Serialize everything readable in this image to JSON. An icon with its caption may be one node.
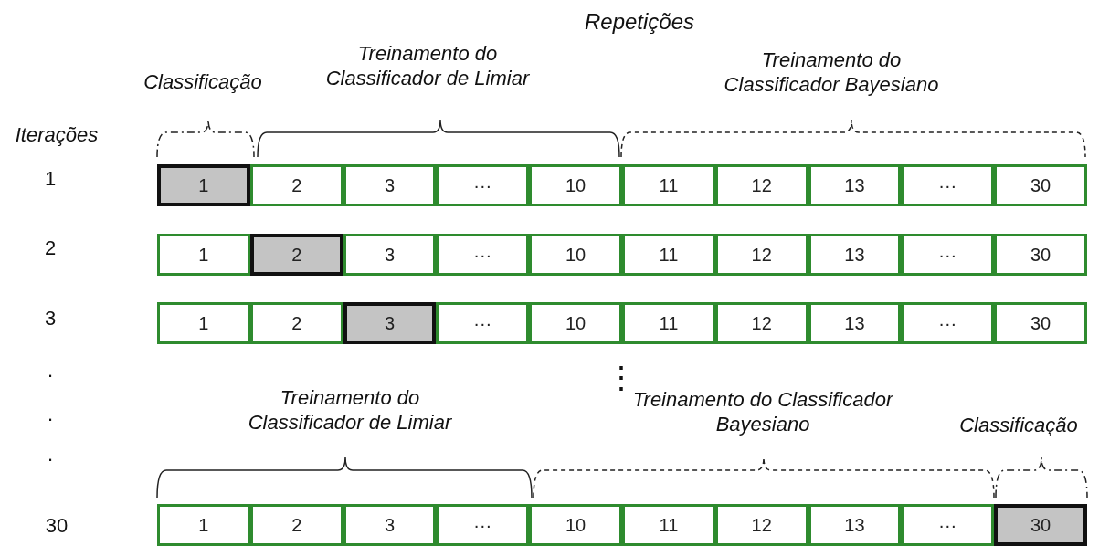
{
  "diagram": {
    "title": "Repetições",
    "nodes": [
      {
        "text": [
          "1"
        ]
      },
      {
        "text": [
          "2"
        ]
      },
      {
        "text": [
          "3"
        ]
      },
      {
        "text": [
          "···"
        ]
      },
      {
        "text": [
          "10"
        ]
      },
      {
        "text": [
          "11"
        ]
      },
      {
        "text": [
          "12"
        ]
      },
      {
        "text": [
          "13"
        ]
      },
      {
        "text": [
          "···"
        ]
      },
      {
        "text": [
          "30"
        ]
      },
      {
        "text": [
          "1"
        ]
      },
      {
        "text": [
          "2"
        ]
      },
      {
        "text": [
          "3"
        ]
      },
      {
        "text": [
          "···"
        ]
      },
      {
        "text": [
          "10"
        ]
      },
      {
        "text": [
          "11"
        ]
      },
      {
        "text": [
          "12"
        ]
      },
      {
        "text": [
          "13"
        ]
      },
      {
        "text": [
          "···"
        ]
      },
      {
        "text": [
          "30"
        ]
      },
      {
        "text": [
          "1"
        ]
      },
      {
        "text": [
          "2"
        ]
      },
      {
        "text": [
          "3"
        ]
      },
      {
        "text": [
          "···"
        ]
      },
      {
        "text": [
          "10"
        ]
      },
      {
        "text": [
          "11"
        ]
      },
      {
        "text": [
          "12"
        ]
      },
      {
        "text": [
          "13"
        ]
      },
      {
        "text": [
          "···"
        ]
      },
      {
        "text": [
          "30"
        ]
      },
      {
        "text": [
          "1"
        ]
      },
      {
        "text": [
          "2"
        ]
      },
      {
        "text": [
          "3"
        ]
      },
      {
        "text": [
          "···"
        ]
      },
      {
        "text": [
          "10"
        ]
      },
      {
        "text": [
          "11"
        ]
      },
      {
        "text": [
          "12"
        ]
      },
      {
        "text": [
          "13"
        ]
      },
      {
        "text": [
          "···"
        ]
      },
      {
        "text": [
          "30"
        ]
      }
    ],
    "labels": [
      "Treinamento do Classificador de Limiar",
      "Treinamento do Classificador Bayesiano",
      "Classificação",
      "Iterações",
      "1",
      "2",
      "3",
      ".",
      "⋮",
      "Treinamento do Classificador de Limiar",
      "Treinamento do Classificador Bayesiano",
      ".",
      "Classificação",
      ".",
      "30"
    ]
  }
}
